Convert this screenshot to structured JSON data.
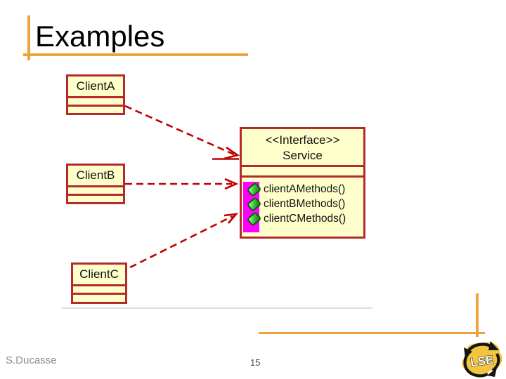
{
  "slide": {
    "title": "Examples",
    "footer": {
      "author": "S.Ducasse",
      "page_number": "15"
    },
    "logo": {
      "text": "LSE"
    }
  },
  "diagram": {
    "classes": [
      {
        "name": "ClientA"
      },
      {
        "name": "ClientB"
      },
      {
        "name": "ClientC"
      }
    ],
    "interface": {
      "stereotype": "<<Interface>>",
      "name": "Service",
      "methods": [
        "clientAMethods()",
        "clientBMethods()",
        "clientCMethods()"
      ]
    },
    "icons": {
      "method_icon": "green-rounded-tag"
    }
  },
  "theme": {
    "accent_orange": "#EDA33C",
    "box_fill": "#FFFFCC",
    "box_border": "#B52A2A",
    "arrow_red": "#C00000",
    "strip_magenta": "#FF00FF",
    "icon_green": "#2FBE2F",
    "logo_yellow": "#F2C53D",
    "footer_gray": "#8C8C8C"
  }
}
